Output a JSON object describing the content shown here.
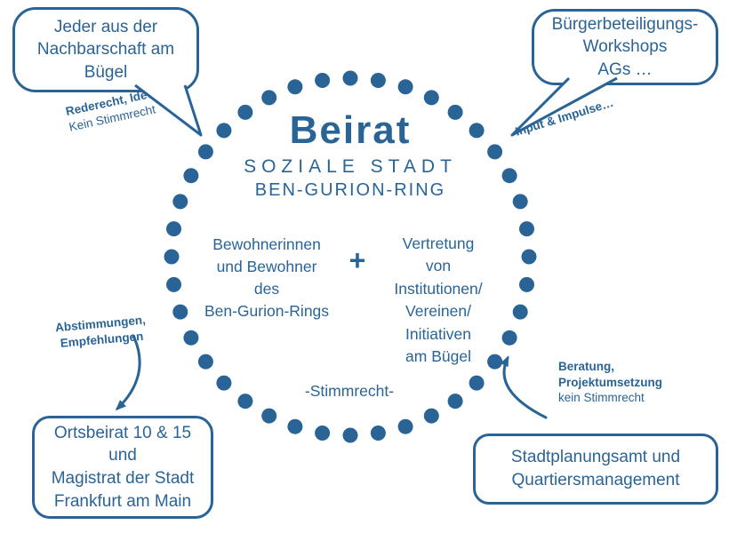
{
  "colors": {
    "accent": "#2a6496"
  },
  "center": {
    "title": "Beirat",
    "subtitle1": "SOZIALE STADT",
    "subtitle2": "BEN-GURION-RING",
    "left_group": "Bewohnerinnen\nund Bewohner\ndes\nBen-Gurion-Rings",
    "plus": "+",
    "right_group": "Vertretung\nvon\nInstitutionen/\nVereinen/\nInitiativen\nam Bügel",
    "voting": "-Stimmrecht-"
  },
  "bubbles": {
    "top_left": {
      "text": "Jeder aus der\nNachbarschaft am\nBügel"
    },
    "top_right": {
      "text": "Bürgerbeteiligungs-\nWorkshops\nAGs …"
    },
    "bottom_left": {
      "text": "Ortsbeirat 10 & 15\nund\nMagistrat der Stadt\nFrankfurt am Main"
    },
    "bottom_right": {
      "text": "Stadtplanungsamt und\nQuartiersmanagement"
    }
  },
  "notes": {
    "top_left": {
      "bold": "Rederecht, Ideen",
      "regular": "Kein Stimmrecht"
    },
    "top_right": {
      "bold": "Input & Impulse…"
    },
    "bottom_left": {
      "bold": "Abstimmungen,\nEmpfehlungen"
    },
    "bottom_right": {
      "bold": "Beratung,\nProjektumsetzung",
      "regular": "kein Stimmrecht"
    }
  }
}
